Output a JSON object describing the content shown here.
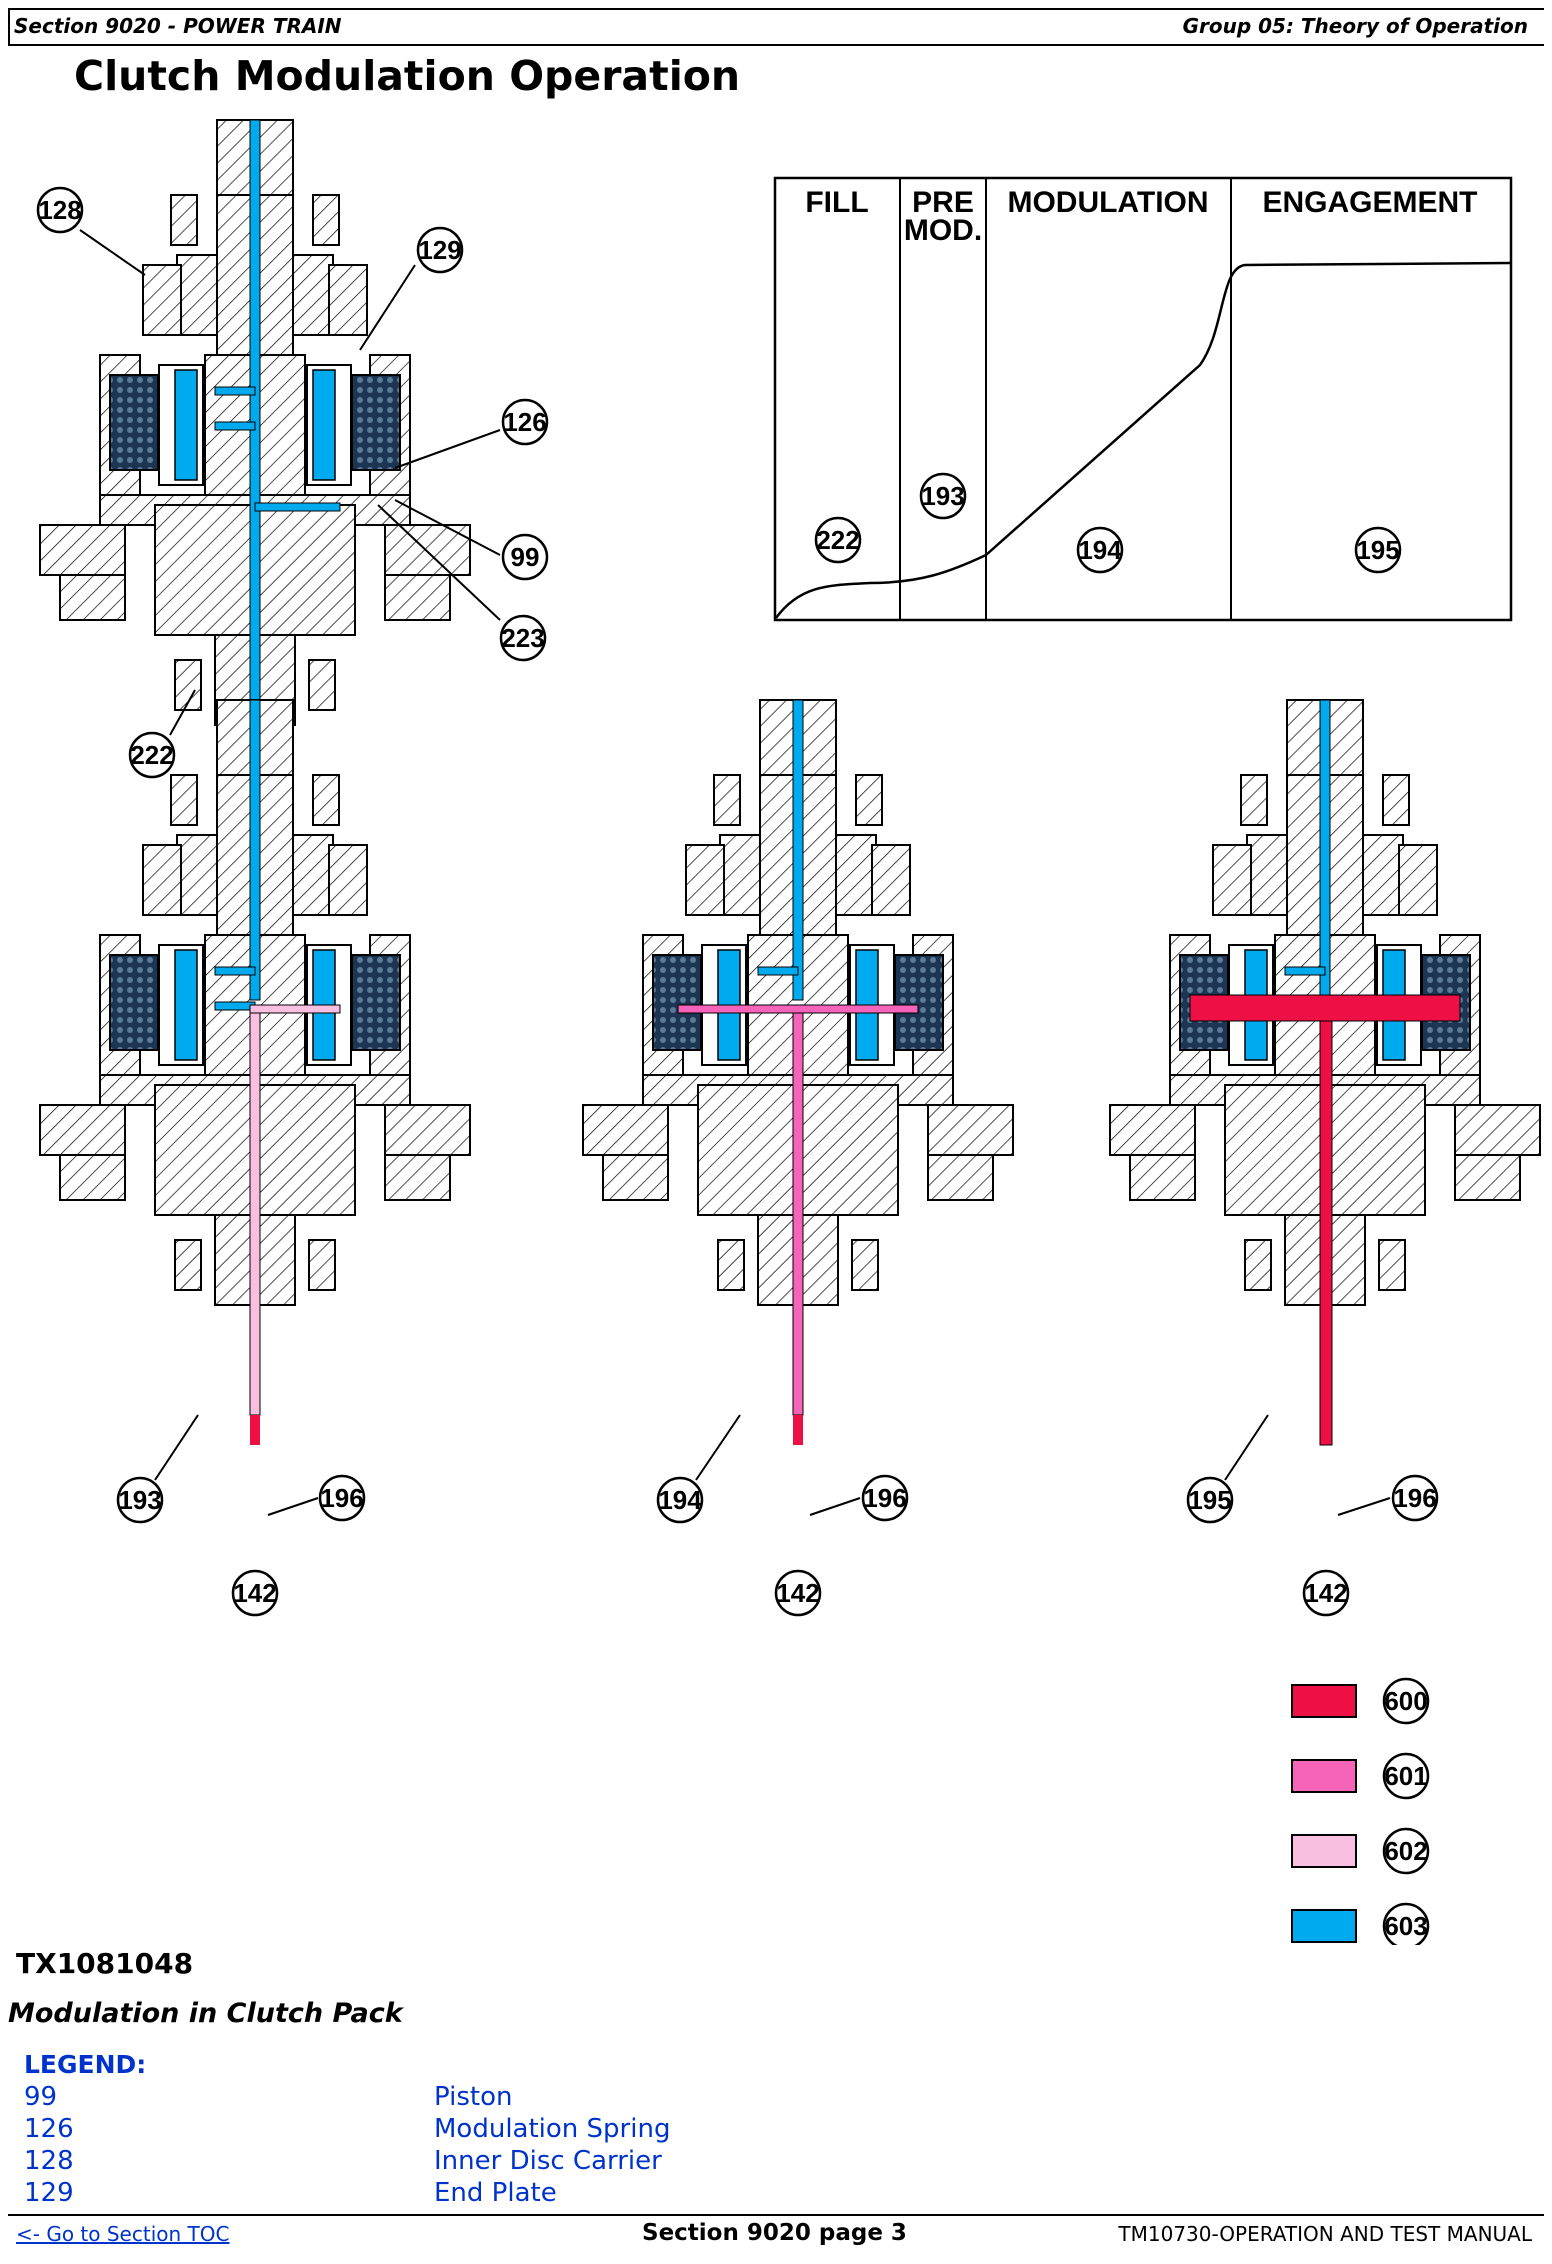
{
  "header": {
    "section": "Section 9020 - POWER TRAIN",
    "group": "Group 05: Theory of Operation"
  },
  "title": "Clutch Modulation Operation",
  "graph": {
    "phases": [
      "FILL",
      "PRE MOD.",
      "MODULATION",
      "ENGAGEMENT"
    ],
    "markers": [
      "222",
      "193",
      "194",
      "195"
    ]
  },
  "callouts": {
    "main": [
      "128",
      "129",
      "126",
      "99",
      "223",
      "222"
    ],
    "stage1": [
      "193",
      "196",
      "142"
    ],
    "stage2": [
      "194",
      "196",
      "142"
    ],
    "stage3": [
      "195",
      "196",
      "142"
    ]
  },
  "color_key": [
    {
      "code": "600",
      "color": "#ee1044"
    },
    {
      "code": "601",
      "color": "#f564b8"
    },
    {
      "code": "602",
      "color": "#f8bfe0"
    },
    {
      "code": "603",
      "color": "#00aaee"
    }
  ],
  "figure_id": "TX1081048",
  "caption": "Modulation in Clutch Pack",
  "legend": {
    "heading": "LEGEND:",
    "items": [
      {
        "num": "99",
        "name": "Piston"
      },
      {
        "num": "126",
        "name": "Modulation Spring"
      },
      {
        "num": "128",
        "name": "Inner Disc Carrier"
      },
      {
        "num": "129",
        "name": "End Plate"
      }
    ]
  },
  "footer": {
    "toc_link": "<- Go to Section TOC",
    "page": "Section 9020 page 3",
    "manual": "TM10730-OPERATION AND TEST MANUAL"
  }
}
